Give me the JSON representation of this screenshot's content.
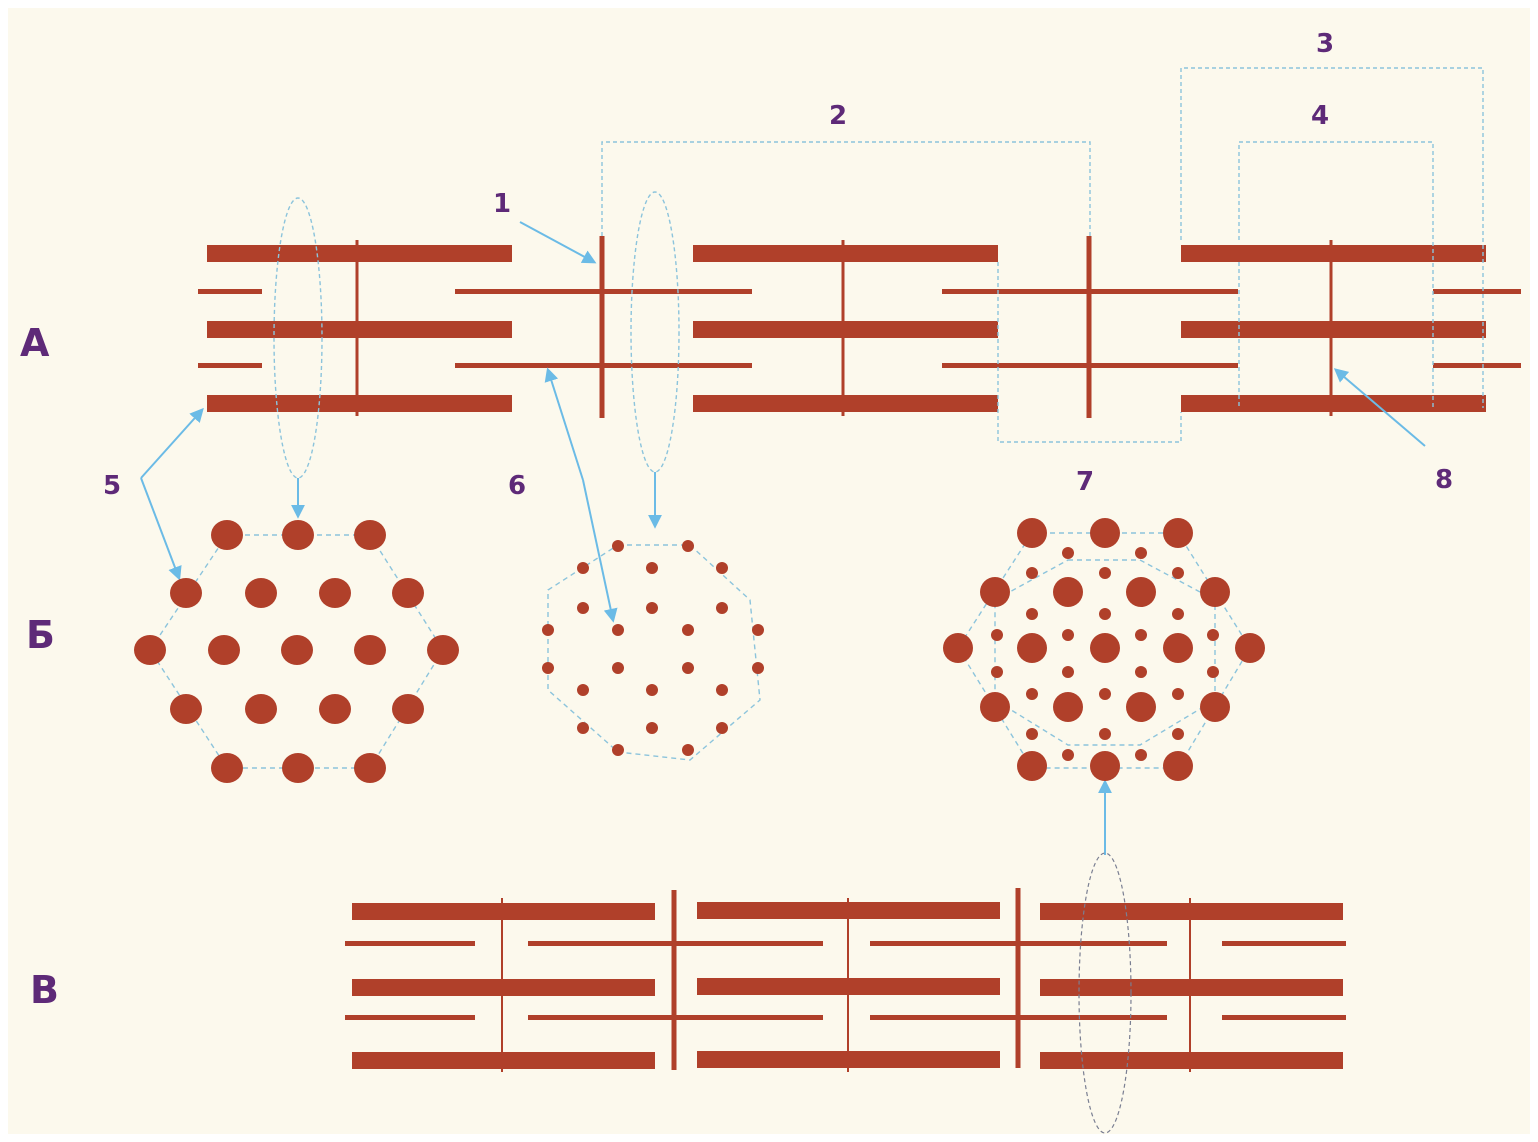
{
  "section_labels": {
    "a": "А",
    "b": "Б",
    "c": "В"
  },
  "callouts": {
    "n1": "1",
    "n2": "2",
    "n3": "3",
    "n4": "4",
    "n5": "5",
    "n6": "6",
    "n7": "7",
    "n8": "8"
  },
  "colors": {
    "background": "#fcf9ed",
    "filament": "#b0402a",
    "label": "#5e2a78",
    "arrow": "#6bbbe6",
    "bracket": "#8cc4dc",
    "ellipse_lower": "#7a7f92"
  }
}
